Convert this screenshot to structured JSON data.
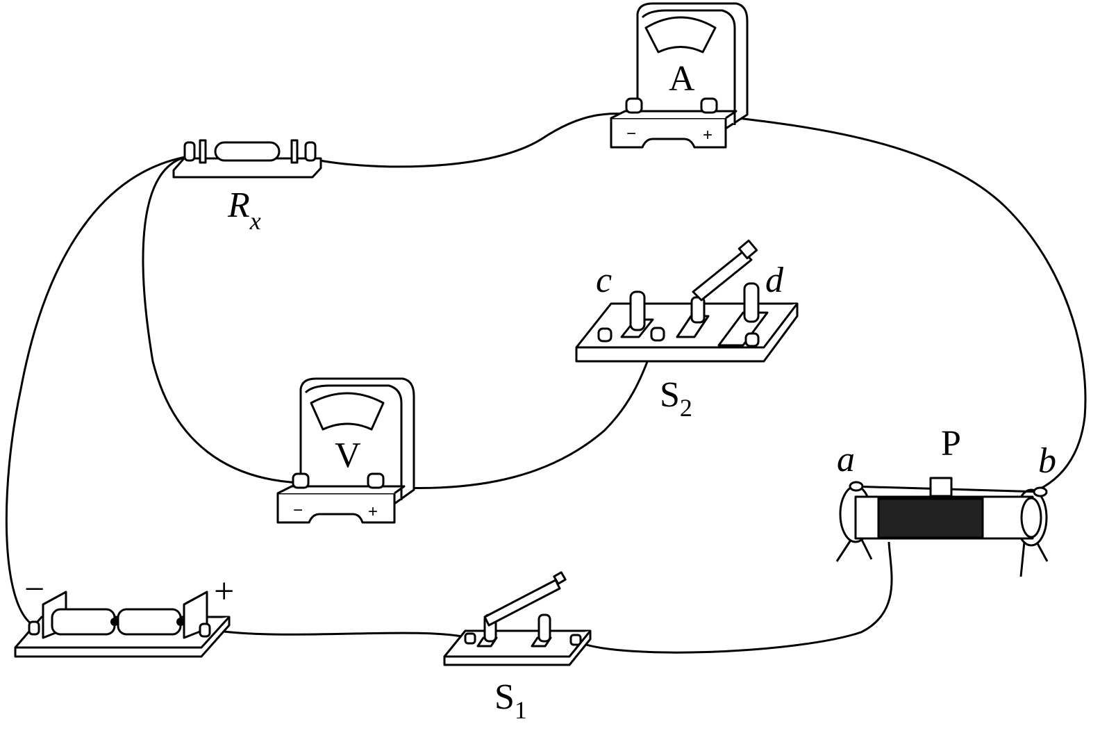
{
  "ammeter": {
    "label": "A",
    "minus": "−",
    "plus": "+"
  },
  "voltmeter": {
    "label": "V",
    "minus": "−",
    "plus": "+"
  },
  "resistor": {
    "label": "R",
    "subscript": "x"
  },
  "switch_s2": {
    "label": "S",
    "subscript": "2",
    "terminal_c": "c",
    "terminal_d": "d"
  },
  "switch_s1": {
    "label": "S",
    "subscript": "1"
  },
  "rheostat": {
    "terminal_a": "a",
    "slider": "P",
    "terminal_b": "b"
  },
  "battery": {
    "minus": "−",
    "plus": "+"
  }
}
